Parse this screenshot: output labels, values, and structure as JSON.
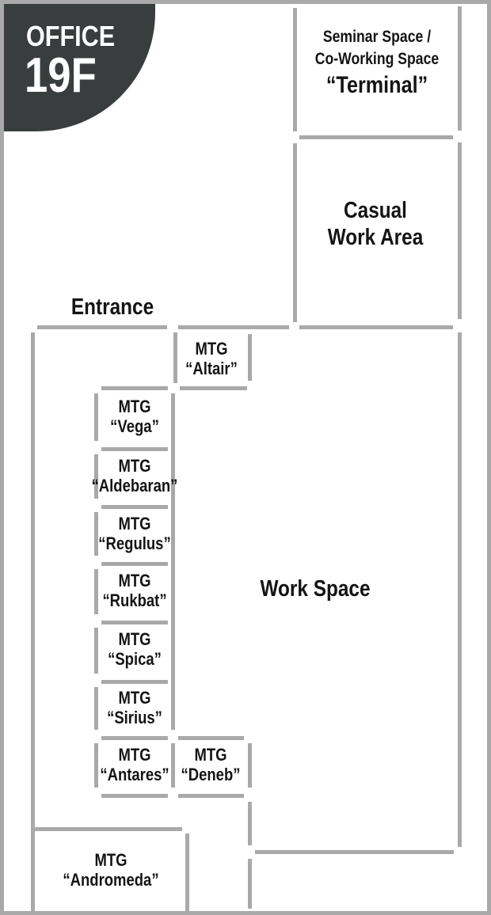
{
  "colors": {
    "wall": "#a9a9a9",
    "badge_bg": "#3a3d3e",
    "badge_text": "#ffffff",
    "label_text": "#141414",
    "bg": "#ffffff"
  },
  "badge": {
    "line1": "OFFICE",
    "line2": "19F"
  },
  "areas": {
    "terminal": {
      "subtitle1": "Seminar Space /",
      "subtitle2": "Co-Working Space",
      "name": "“Terminal”"
    },
    "casual_work_area": {
      "line1": "Casual",
      "line2": "Work Area"
    },
    "entrance": {
      "label": "Entrance"
    },
    "work_space": {
      "label": "Work Space"
    }
  },
  "meeting_rooms": [
    {
      "type": "MTG",
      "name": "“Altair”"
    },
    {
      "type": "MTG",
      "name": "“Vega”"
    },
    {
      "type": "MTG",
      "name": "“Aldebaran”"
    },
    {
      "type": "MTG",
      "name": "“Regulus”"
    },
    {
      "type": "MTG",
      "name": "“Rukbat”"
    },
    {
      "type": "MTG",
      "name": "“Spica”"
    },
    {
      "type": "MTG",
      "name": "“Sirius”"
    },
    {
      "type": "MTG",
      "name": "“Antares”"
    },
    {
      "type": "MTG",
      "name": "“Deneb”"
    },
    {
      "type": "MTG",
      "name": "“Andromeda”"
    }
  ]
}
